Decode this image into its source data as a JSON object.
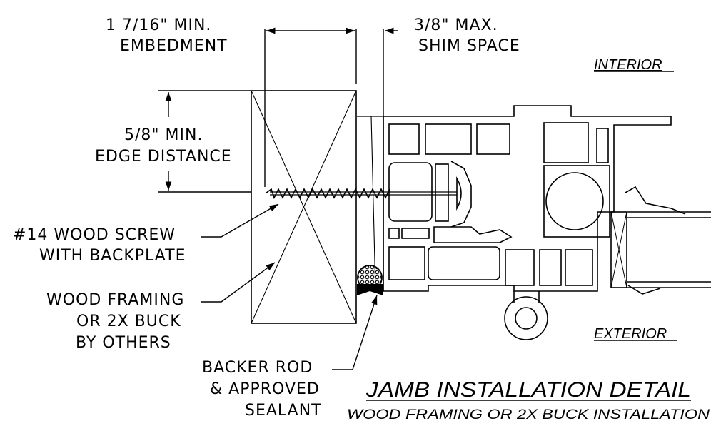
{
  "dimensions": {
    "embedment_l1": "1 7/16\" MIN.",
    "embedment_l2": "EMBEDMENT",
    "shim_l1": "3/8\" MAX.",
    "shim_l2": "SHIM SPACE",
    "edge_l1": "5/8\" MIN.",
    "edge_l2": "EDGE DISTANCE"
  },
  "orientation": {
    "interior": "INTERIOR",
    "exterior": "EXTERIOR"
  },
  "callouts": {
    "screw_l1": "#14 WOOD SCREW",
    "screw_l2": "WITH BACKPLATE",
    "framing_l1": "WOOD FRAMING",
    "framing_l2": "OR 2X BUCK",
    "framing_l3": "BY OTHERS",
    "backer_l1": "BACKER ROD",
    "backer_l2": "& APPROVED",
    "backer_l3": "SEALANT"
  },
  "title": {
    "main": "JAMB INSTALLATION DETAIL",
    "sub": "WOOD FRAMING OR 2X BUCK INSTALLATION"
  }
}
